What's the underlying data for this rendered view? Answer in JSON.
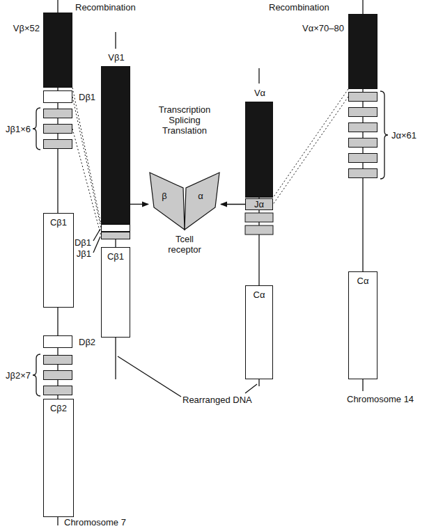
{
  "diagram": {
    "nodes": [
      {
        "text": [
          "Vβ×52"
        ]
      },
      {
        "text": [
          "Dβ1"
        ]
      },
      {
        "text": [
          "Jβ1×6"
        ]
      },
      {
        "text": [
          "Cβ1"
        ]
      },
      {
        "text": [
          "Dβ2"
        ]
      },
      {
        "text": [
          "Jβ2×7"
        ]
      },
      {
        "text": [
          "Cβ2"
        ]
      },
      {
        "text": [
          "Vβ1"
        ]
      },
      {
        "text": [
          "Dβ1"
        ]
      },
      {
        "text": [
          "Jβ1"
        ]
      },
      {
        "text": [
          "Cβ1"
        ]
      },
      {
        "text": [
          "β",
          "α",
          "Tcell receptor"
        ]
      },
      {
        "text": [
          "Vα"
        ]
      },
      {
        "text": [
          "Jα"
        ]
      },
      {
        "text": [
          "Cα"
        ]
      },
      {
        "text": [
          "Vα×70–80"
        ]
      },
      {
        "text": [
          "Jα×61"
        ]
      },
      {
        "text": [
          "Cα"
        ]
      }
    ],
    "edges": [
      {
        "from": 0,
        "to": 7,
        "arrow": "none"
      },
      {
        "from": 1,
        "to": 8,
        "arrow": "none"
      },
      {
        "from": 2,
        "to": 9,
        "arrow": "none"
      },
      {
        "from": 7,
        "to": 11,
        "arrow": "to"
      },
      {
        "from": 13,
        "to": 11,
        "arrow": "to"
      },
      {
        "from": 15,
        "to": 12,
        "arrow": "none"
      },
      {
        "from": 16,
        "to": 13,
        "arrow": "none"
      }
    ],
    "labels": [
      "Recombination",
      "Recombination",
      "Transcription Splicing Translation",
      "Rearranged DNA",
      "Chromosome 7",
      "Chromosome 14"
    ]
  }
}
